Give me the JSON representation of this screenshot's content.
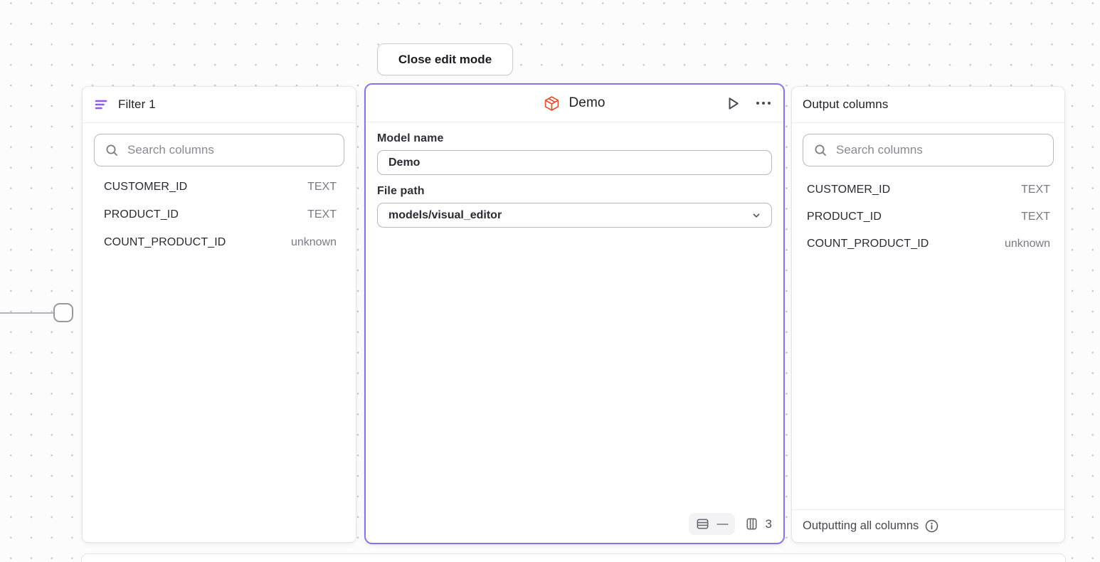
{
  "toolbar": {
    "close_edit_mode_label": "Close edit mode"
  },
  "filter_node": {
    "title": "Filter 1",
    "search_placeholder": "Search columns",
    "columns": [
      {
        "name": "CUSTOMER_ID",
        "type": "TEXT"
      },
      {
        "name": "PRODUCT_ID",
        "type": "TEXT"
      },
      {
        "name": "COUNT_PRODUCT_ID",
        "type": "unknown"
      }
    ]
  },
  "model_node": {
    "title": "Demo",
    "model_name_label": "Model name",
    "model_name_value": "Demo",
    "file_path_label": "File path",
    "file_path_value": "models/visual_editor",
    "row_count": "—",
    "column_count": "3"
  },
  "output_node": {
    "title": "Output columns",
    "search_placeholder": "Search columns",
    "columns": [
      {
        "name": "CUSTOMER_ID",
        "type": "TEXT"
      },
      {
        "name": "PRODUCT_ID",
        "type": "TEXT"
      },
      {
        "name": "COUNT_PRODUCT_ID",
        "type": "unknown"
      }
    ],
    "footer_text": "Outputting all columns"
  },
  "colors": {
    "selection_purple": "#8276e8",
    "filter_icon_purple": "#8b5af5",
    "model_icon_orange": "#e04e2c"
  }
}
